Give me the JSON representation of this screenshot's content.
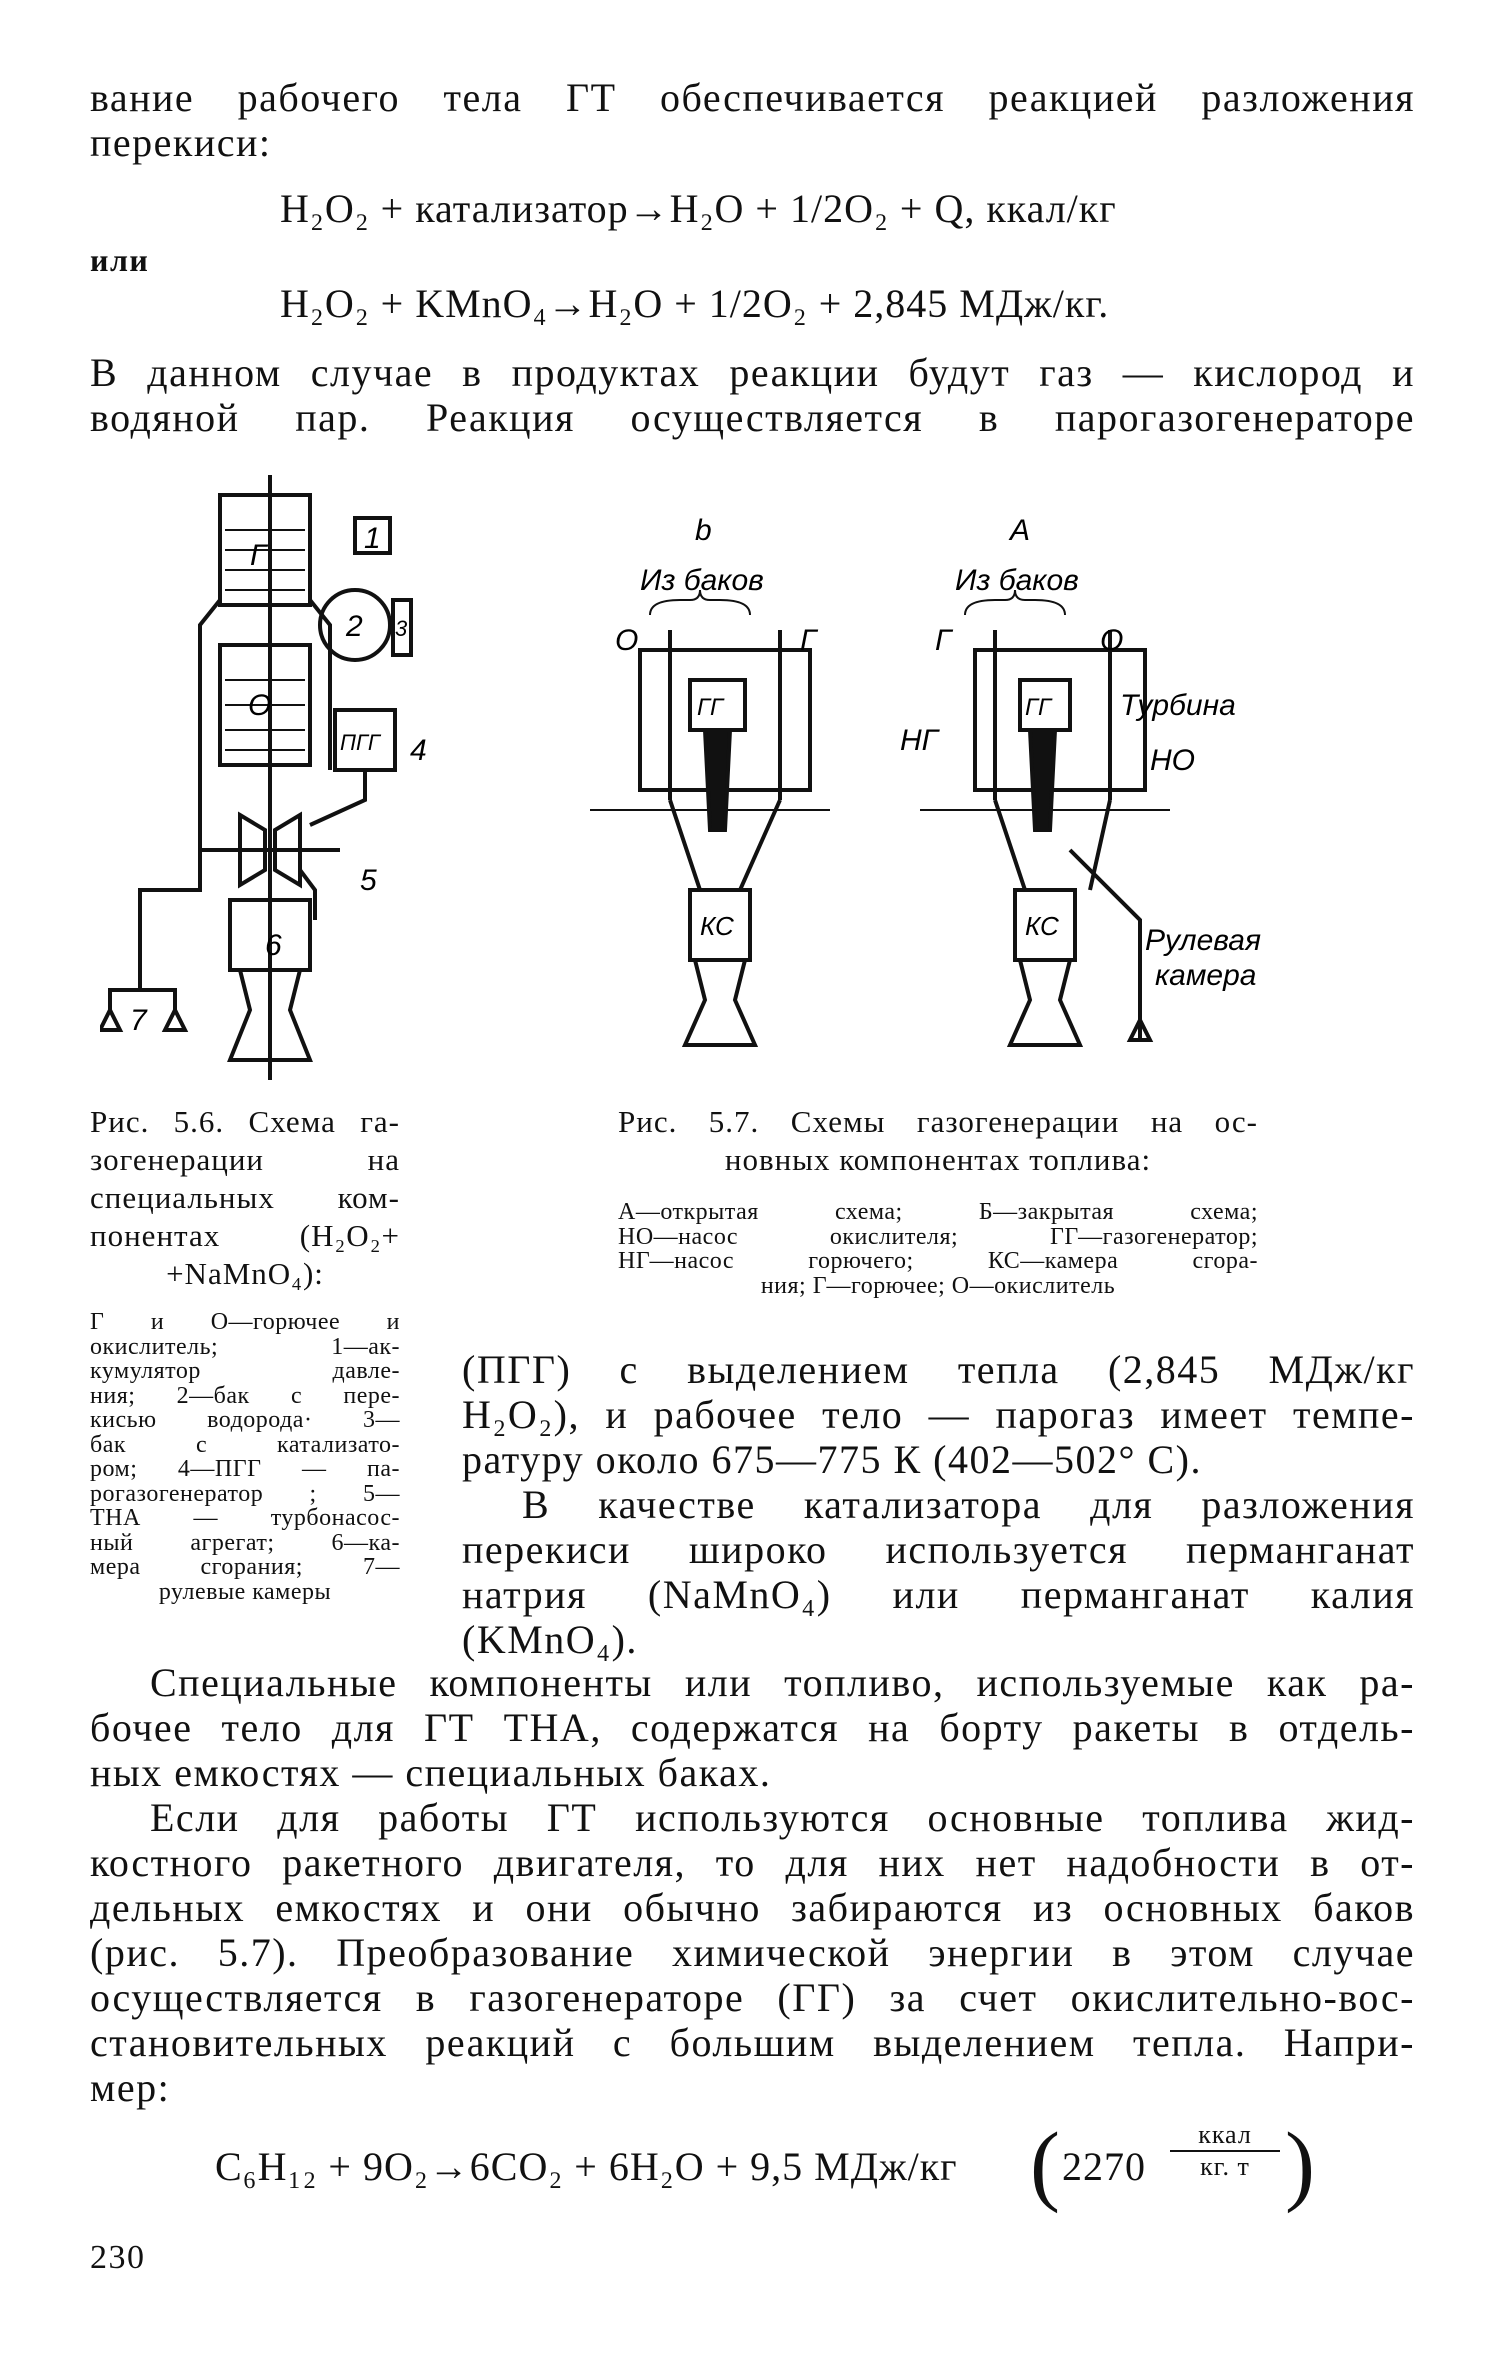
{
  "top_lines": [
    "вание рабочего тела ГТ обеспечивается реакцией разложения",
    "перекиси:"
  ],
  "eq1": "H₂O₂ + катализатор→H₂O + 1/2O₂ + Q, ккал/кг",
  "or": "или",
  "eq2": "H₂O₂ + KMnO₄→H₂O + 1/2O₂ + 2,845 МДж/кг.",
  "para1": [
    "В данном случае в продуктах реакции будут газ — кислород и",
    "водяной пар. Реакция осуществляется в парогазогенераторе"
  ],
  "fig56": {
    "labels": {
      "g": "Г",
      "o": "О",
      "n1": "1",
      "n2": "2",
      "n3": "3",
      "pgg": "ПГГ",
      "n4": "4",
      "n5": "5",
      "n6": "6",
      "n7": "7"
    },
    "caption": [
      "Рис. 5.6. Схема га-",
      "зогенерации на",
      "специальных ком-",
      "понентах (H₂O₂+",
      "+NaMnO₄):"
    ],
    "legend": [
      "Г и О—горючее и",
      "окислитель; 1—ак-",
      "кумулятор давле-",
      "ния; 2—бак с пере-",
      "кисью водорода· 3—",
      "бак с катализато-",
      "ром; 4—ПГГ — па-",
      "рогазогенератор ; 5—",
      "ТНА — турбонасос-",
      "ный агрегат; 6—ка-",
      "мера сгорания; 7—",
      "рулевые камеры"
    ]
  },
  "fig57": {
    "labels": {
      "b": "b",
      "a": "A",
      "from_tanks": "Из баков",
      "o": "О",
      "g": "Г",
      "gg": "ГГ",
      "ng": "НГ",
      "turbine": "Турбина",
      "no": "НО",
      "ks": "КС",
      "steer1": "Рулевая",
      "steer2": "камера"
    },
    "caption": [
      "Рис. 5.7. Схемы газогенерации на ос-",
      "новных компонентах топлива:"
    ],
    "legend": [
      "А—открытая схема; Б—закрытая схема;",
      "НО—насос окислителя; ГГ—газогенератор;",
      "НГ—насос горючего; КС—камера сгора-",
      "ния; Г—горючее; О—окислитель"
    ]
  },
  "right_lines": [
    "(ПГГ) с выделением тепла (2,845 МДж/кг",
    "H₂O₂), и рабочее тело — парогаз имеет темпе-",
    "ратуру около 675—775 К (402—502° С).",
    "В качестве катализатора для разложения",
    "перекиси широко используется перманганат",
    "натрия (NaMnO₄) или перманганат калия",
    "(KMnO₄)."
  ],
  "body_lines": [
    "Специальные компоненты или топливо, используемые как ра-",
    "бочее тело для ГТ ТНА, содержатся на борту ракеты в отдель-",
    "ных емкостях — специальных баках.",
    "Если для работы ГТ используются основные топлива жид-",
    "костного ракетного двигателя, то для них нет надобности в от-",
    "дельных емкостях и они обычно забираются из основных баков",
    "(рис. 5.7). Преобразование химической энергии в этом случае",
    "осуществляется в газогенераторе (ГГ) за счет окислительно-вос-",
    "становительных реакций с большим выделением тепла. Напри-",
    "мер:"
  ],
  "eq3": "C₆H₁₂ + 9O₂→6CO₂ + 6H₂O + 9,5 МДж/кг",
  "eq3_paren": {
    "value": "2270",
    "num": "ккал",
    "den": "кг. т"
  },
  "page_number": "230"
}
